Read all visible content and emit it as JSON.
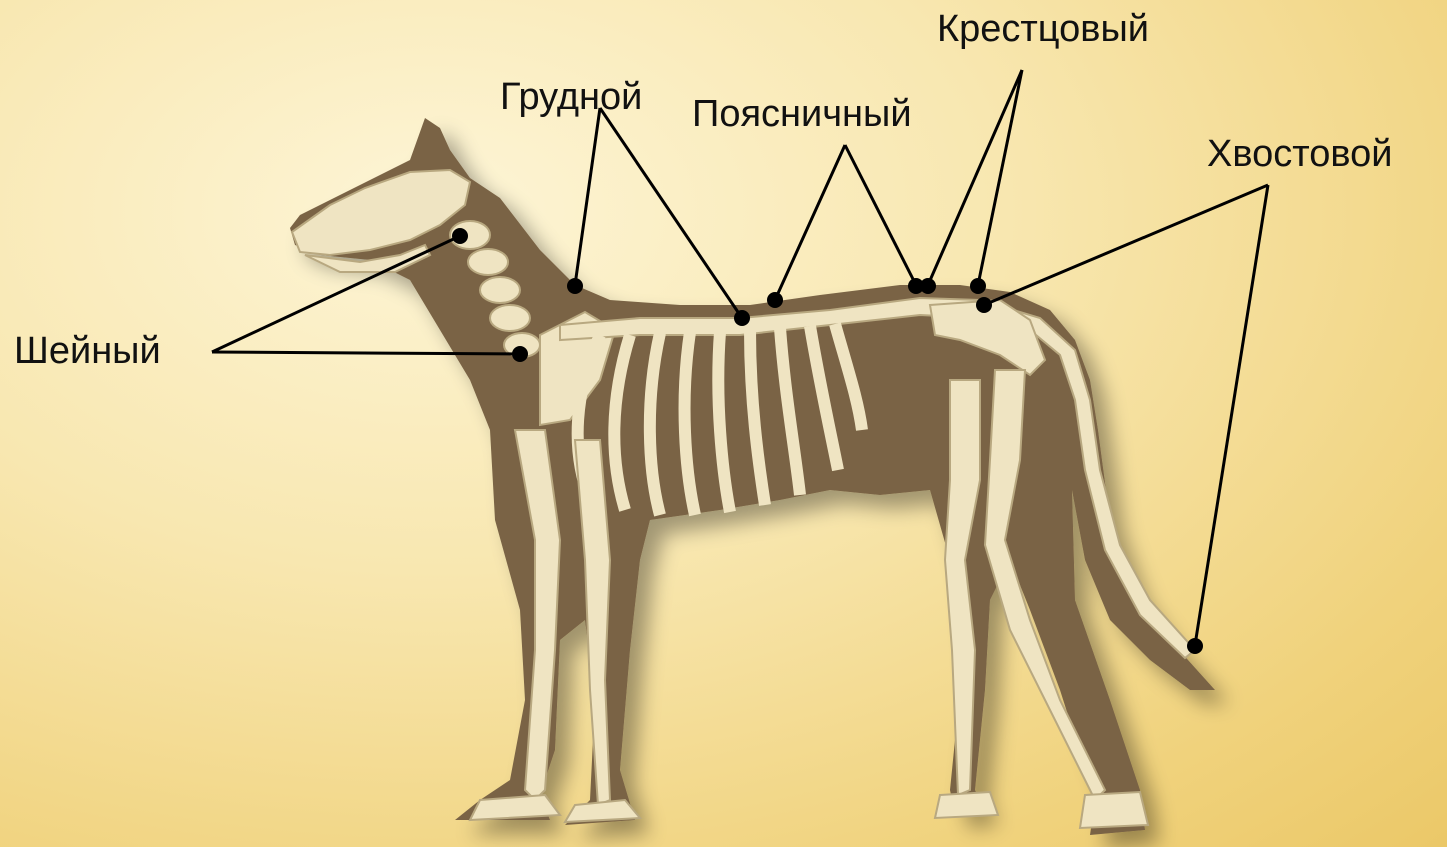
{
  "labels": {
    "cervical": "Шейный",
    "thoracic": "Грудной",
    "lumbar": "Поясничный",
    "sacral": "Крестцовый",
    "caudal": "Хвостовой"
  },
  "colors": {
    "silhouette": "#7a6445",
    "bone": "#efe4c2",
    "bone_shade": "#cdbf98",
    "line": "#000000"
  }
}
